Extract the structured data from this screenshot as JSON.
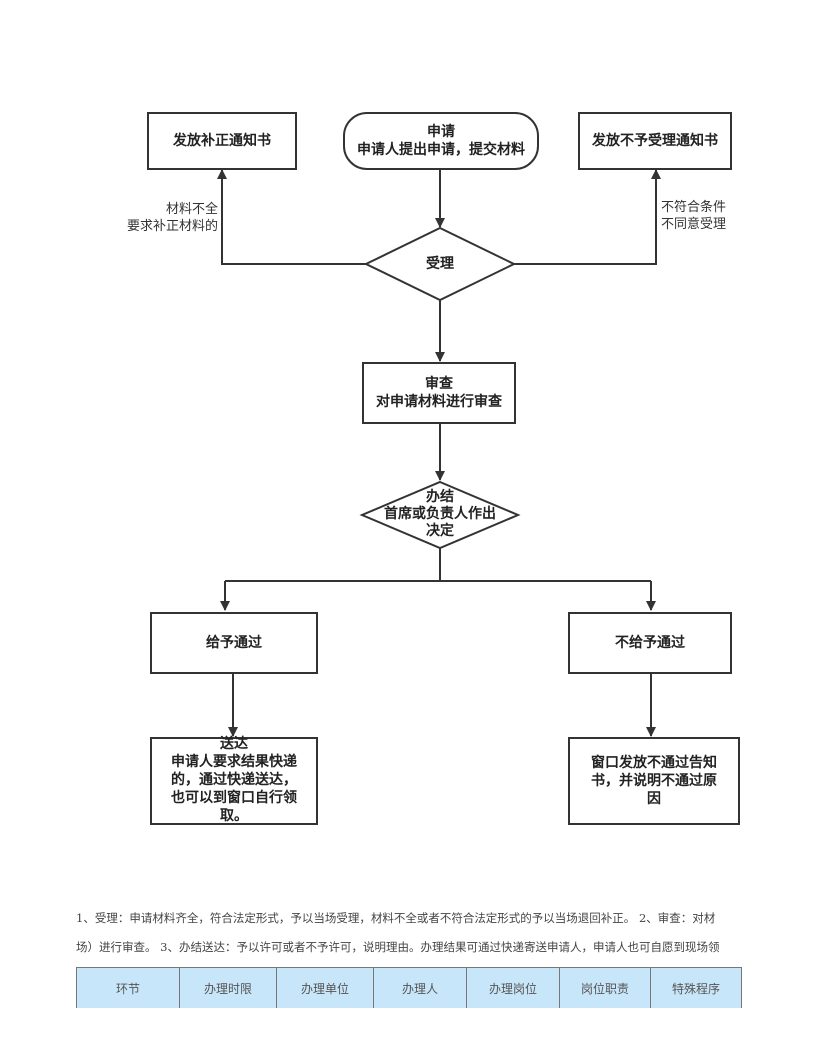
{
  "flow": {
    "apply": {
      "title": "申请",
      "desc": "申请人提出申请，提交材料"
    },
    "correction_notice": "发放补正通知书",
    "rejection_notice": "发放不予受理通知书",
    "incomplete_label": {
      "line1": "材料不全",
      "line2": "要求补正材料的"
    },
    "unqualified_label": {
      "line1": "不符合条件",
      "line2": "不同意受理"
    },
    "accept": "受理",
    "review": {
      "title": "审查",
      "desc": "对申请材料进行审查"
    },
    "decide": {
      "title": "办结",
      "line2": "首席或负责人作出",
      "line3": "决定"
    },
    "approve": "给予通过",
    "deny": "不给予通过",
    "deliver": {
      "title": "送达",
      "line1": "申请人要求结果快递",
      "line2": "的，通过快递送达，",
      "line3": "也可以到窗口自行领",
      "line4": "取。"
    },
    "deny_notice": {
      "line1": "窗口发放不通过告知",
      "line2": "书，并说明不通过原",
      "line3": "因"
    }
  },
  "notes": {
    "line1": "1、受理：申请材料齐全，符合法定形式，予以当场受理，材料不全或者不符合法定形式的予以当场退回补正。 2、审查：对材",
    "line2": "场）进行审查。 3、办结送达：予以许可或者不予许可，说明理由。办理结果可通过快递寄送申请人，申请人也可自愿到现场领"
  },
  "table": {
    "headers": [
      "环节",
      "办理时限",
      "办理单位",
      "办理人",
      "办理岗位",
      "岗位职责",
      "特殊程序"
    ]
  },
  "colors": {
    "line": "#333333",
    "table_header_bg": "#c8e6f9"
  }
}
